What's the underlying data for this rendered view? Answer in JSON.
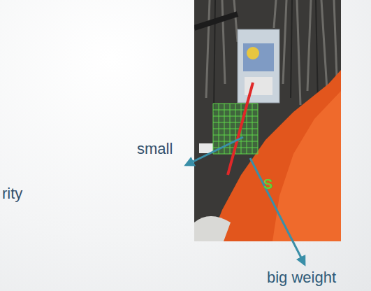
{
  "diagram": {
    "labels": [
      "small",
      "rity",
      "big weight",
      "S"
    ]
  }
}
